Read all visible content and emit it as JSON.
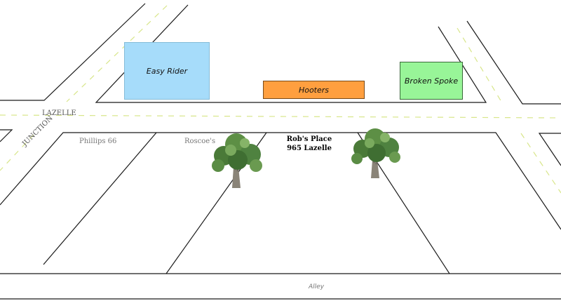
{
  "streets": {
    "lazelle": "LAZELLE",
    "junction": "JUNCTION",
    "alley": "Alley"
  },
  "places": {
    "easy_rider": {
      "label": "Easy Rider",
      "color": "#a6dcfa"
    },
    "hooters": {
      "label": "Hooters",
      "color": "#ff9f3f"
    },
    "broken_spoke": {
      "label": "Broken Spoke",
      "color": "#98f598"
    },
    "phillips": {
      "label": "Phillips 66"
    },
    "roscoes": {
      "label": "Roscoe's"
    },
    "robs_place": {
      "name": "Rob's Place",
      "address": "965 Lazelle"
    }
  },
  "icons": [
    "tree-icon",
    "tree-icon"
  ],
  "colors": {
    "centerline": "#d8e68a",
    "road": "#1a1a1a"
  }
}
